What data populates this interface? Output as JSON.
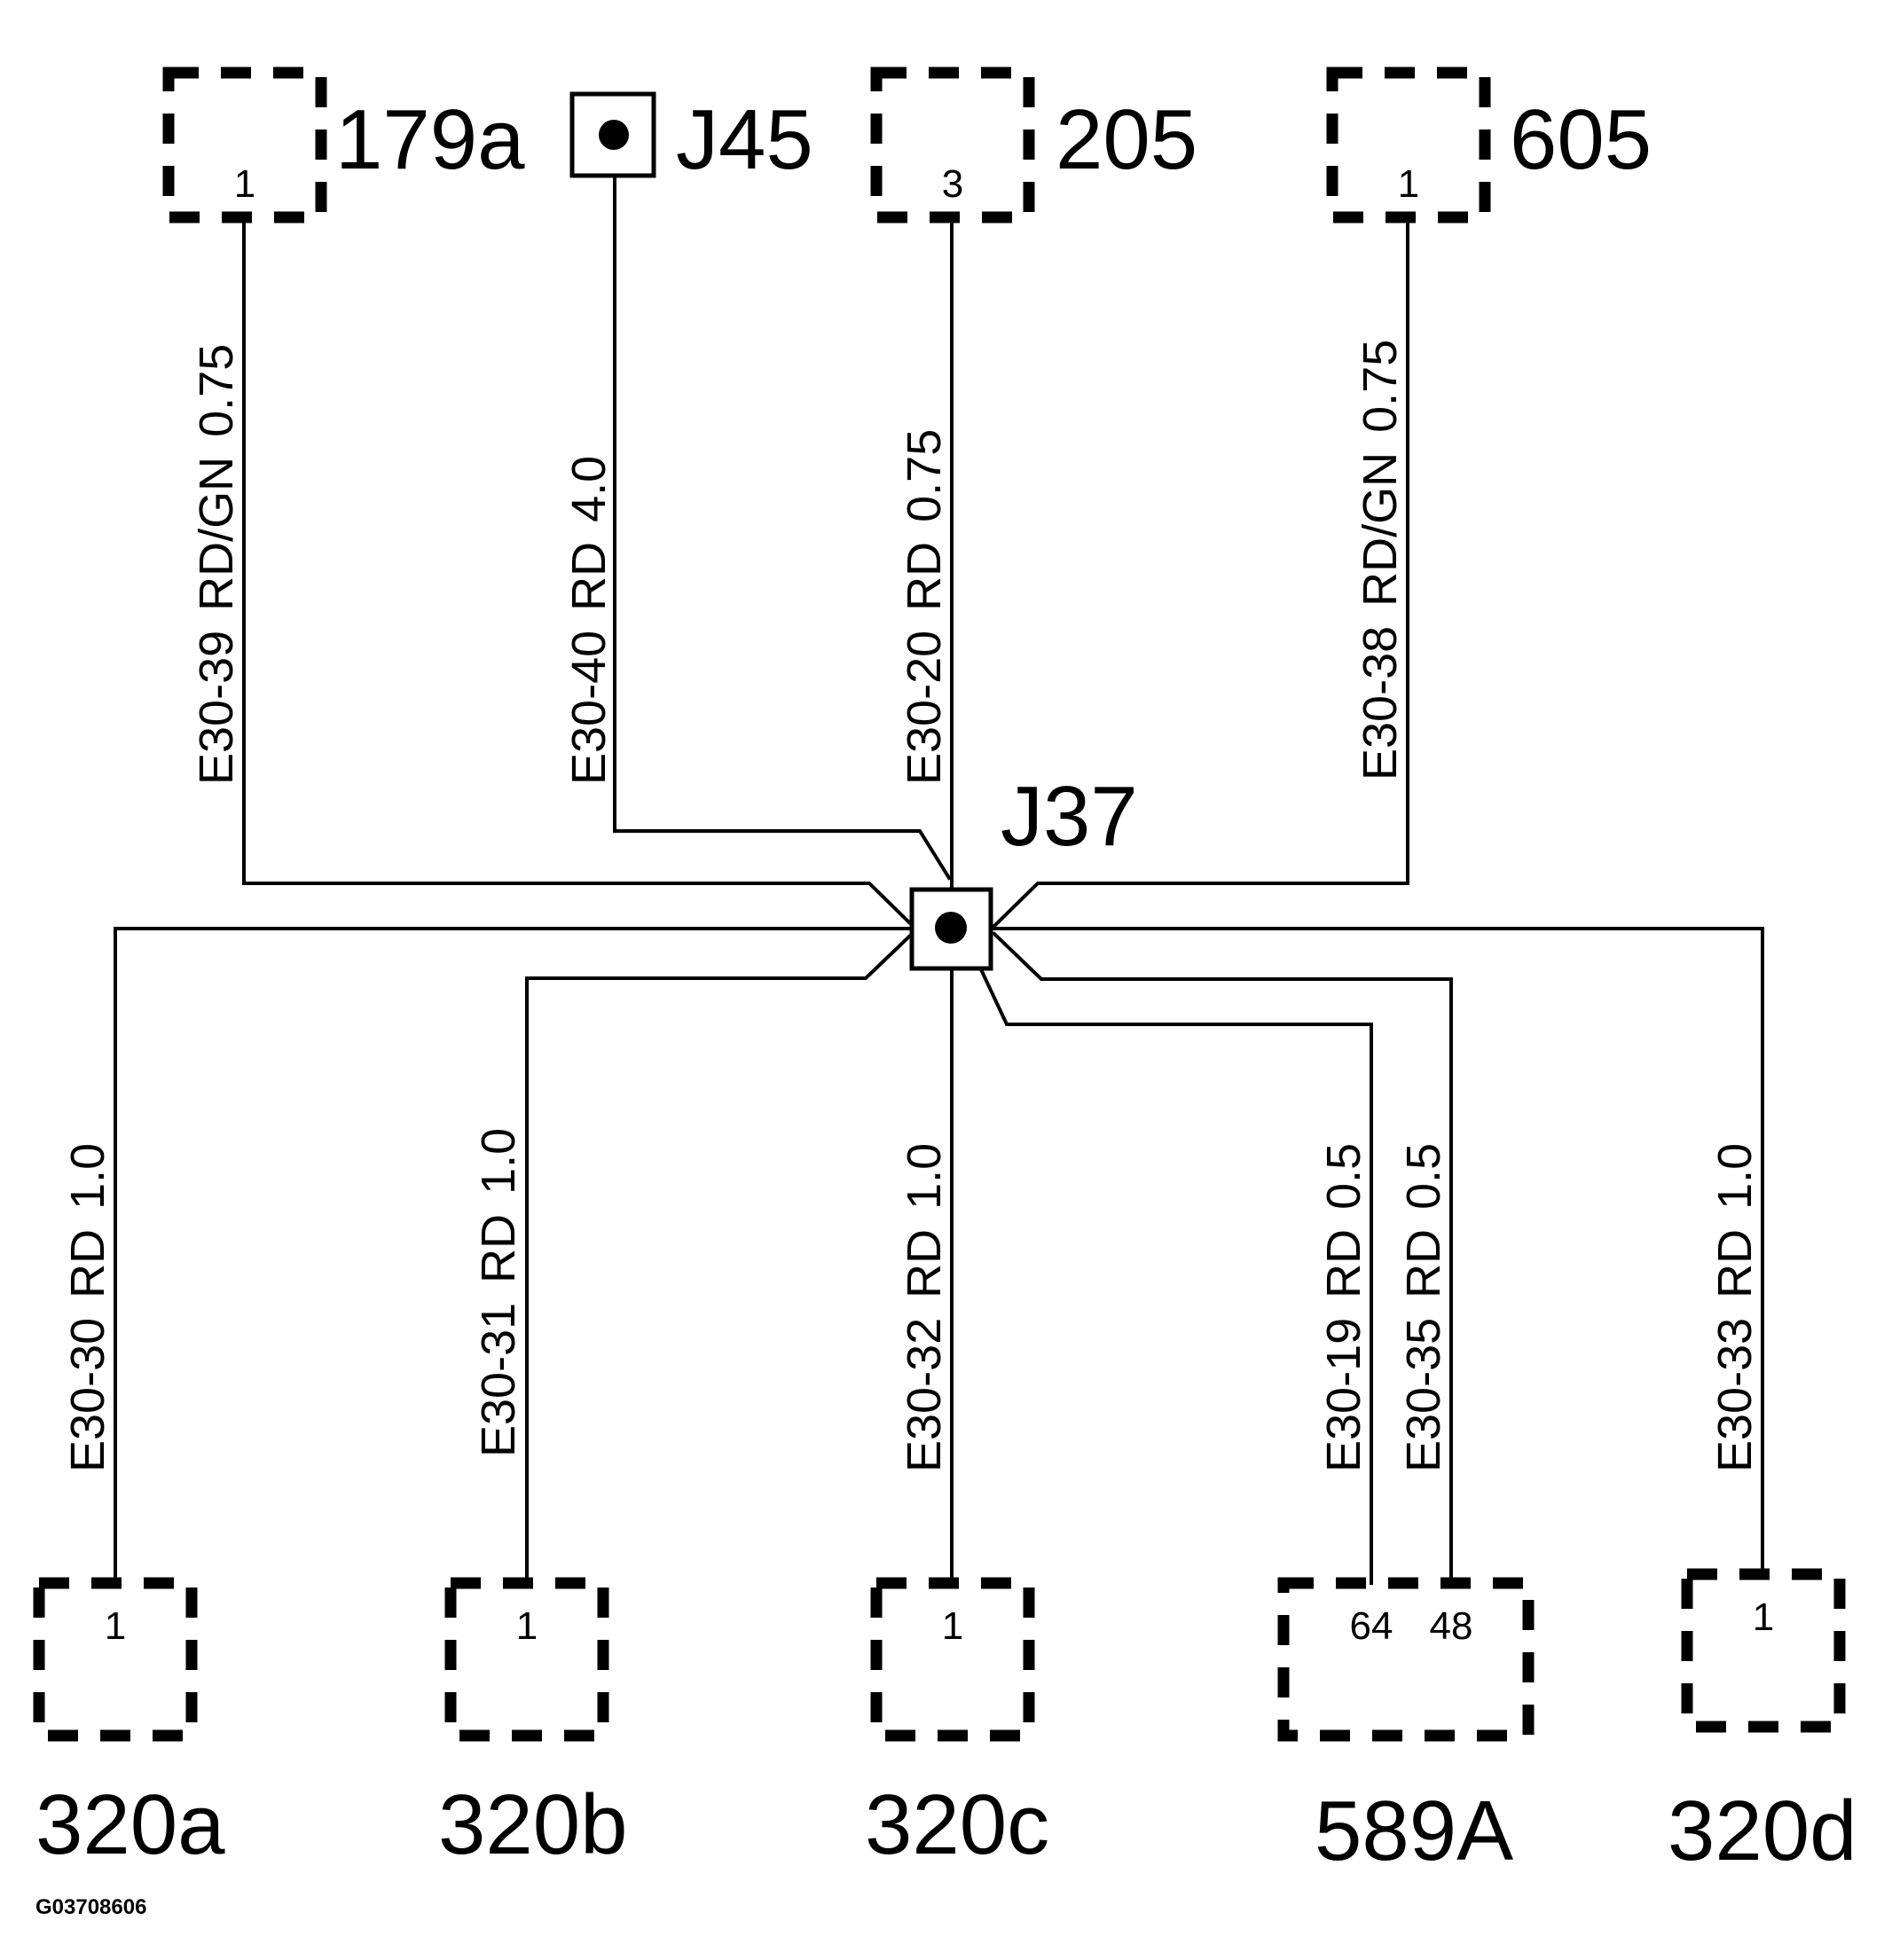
{
  "connectors_top": [
    {
      "label": "179a",
      "pin": "1"
    },
    {
      "label": "J45"
    },
    {
      "label": "205",
      "pin": "3"
    },
    {
      "label": "605",
      "pin": "1"
    }
  ],
  "junction": {
    "label": "J37"
  },
  "connectors_bottom": [
    {
      "label": "320a",
      "pin": "1"
    },
    {
      "label": "320b",
      "pin": "1"
    },
    {
      "label": "320c",
      "pin": "1"
    },
    {
      "label": "589A",
      "pins": [
        "64",
        "48"
      ]
    },
    {
      "label": "320d",
      "pin": "1"
    }
  ],
  "wires": [
    {
      "circuit": "E30-39",
      "color": "RD/GN",
      "size": "0.75"
    },
    {
      "circuit": "E30-40",
      "color": "RD",
      "size": "4.0"
    },
    {
      "circuit": "E30-20",
      "color": "RD",
      "size": "0.75"
    },
    {
      "circuit": "E30-38",
      "color": "RD/GN",
      "size": "0.75"
    },
    {
      "circuit": "E30-30",
      "color": "RD",
      "size": "1.0"
    },
    {
      "circuit": "E30-31",
      "color": "RD",
      "size": "1.0"
    },
    {
      "circuit": "E30-32",
      "color": "RD",
      "size": "1.0"
    },
    {
      "circuit": "E30-19",
      "color": "RD",
      "size": "0.5"
    },
    {
      "circuit": "E30-35",
      "color": "RD",
      "size": "0.5"
    },
    {
      "circuit": "E30-33",
      "color": "RD",
      "size": "1.0"
    }
  ],
  "figure_ref": "G03708606"
}
